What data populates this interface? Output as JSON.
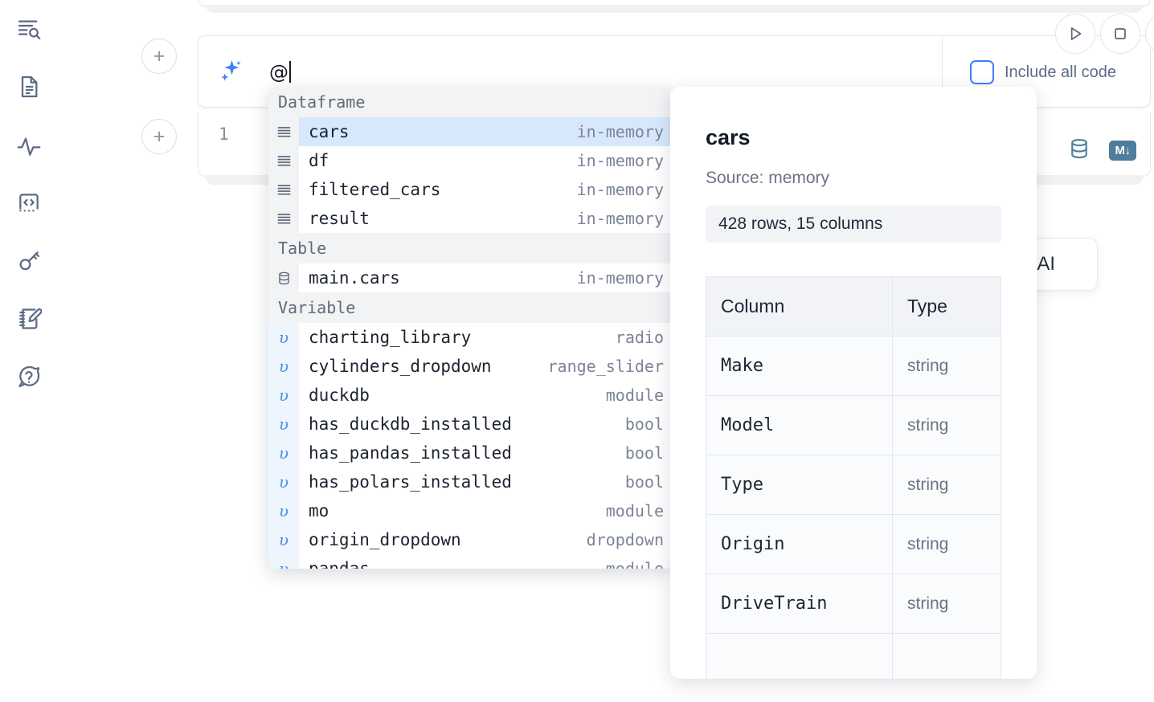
{
  "rail": {
    "items": [
      {
        "name": "explore-search-icon",
        "label": "Explore"
      },
      {
        "name": "document-icon",
        "label": "Notebook file"
      },
      {
        "name": "activity-icon",
        "label": "Activity"
      },
      {
        "name": "code-snippet-icon",
        "label": "Snippets"
      },
      {
        "name": "key-icon",
        "label": "Secrets"
      },
      {
        "name": "scratchpad-edit-icon",
        "label": "Scratchpad"
      },
      {
        "name": "help-chat-icon",
        "label": "Help"
      }
    ]
  },
  "cells": {
    "add_label": "+",
    "ai_prompt": {
      "value": "@",
      "placeholder": "",
      "include_all_code_label": "Include all code",
      "include_all_code_checked": false
    },
    "code": {
      "line_number": "1"
    },
    "toolbar": {
      "database_icon": "database-icon",
      "markdown_icon": "M↓"
    }
  },
  "top_actions": {
    "run_label": "Run",
    "stop_label": "Interrupt"
  },
  "ai_card": {
    "text": "h AI"
  },
  "dropdown": {
    "groups": [
      {
        "title": "Dataframe",
        "icon": "dataframe-icon",
        "items": [
          {
            "name": "cars",
            "type": "in-memory",
            "selected": true
          },
          {
            "name": "df",
            "type": "in-memory",
            "selected": false
          },
          {
            "name": "filtered_cars",
            "type": "in-memory",
            "selected": false
          },
          {
            "name": "result",
            "type": "in-memory",
            "selected": false
          }
        ]
      },
      {
        "title": "Table",
        "icon": "table-database-icon",
        "items": [
          {
            "name": "main.cars",
            "type": "in-memory",
            "selected": false
          }
        ]
      },
      {
        "title": "Variable",
        "icon": "variable-icon",
        "items": [
          {
            "name": "charting_library",
            "type": "radio",
            "selected": false
          },
          {
            "name": "cylinders_dropdown",
            "type": "range_slider",
            "selected": false
          },
          {
            "name": "duckdb",
            "type": "module",
            "selected": false
          },
          {
            "name": "has_duckdb_installed",
            "type": "bool",
            "selected": false
          },
          {
            "name": "has_pandas_installed",
            "type": "bool",
            "selected": false
          },
          {
            "name": "has_polars_installed",
            "type": "bool",
            "selected": false
          },
          {
            "name": "mo",
            "type": "module",
            "selected": false
          },
          {
            "name": "origin_dropdown",
            "type": "dropdown",
            "selected": false
          },
          {
            "name": "pandas",
            "type": "module",
            "selected": false
          }
        ]
      }
    ]
  },
  "preview": {
    "title": "cars",
    "source": "Source: memory",
    "stats": "428 rows, 15 columns",
    "table": {
      "headers": [
        "Column",
        "Type"
      ],
      "rows": [
        [
          "Make",
          "string"
        ],
        [
          "Model",
          "string"
        ],
        [
          "Type",
          "string"
        ],
        [
          "Origin",
          "string"
        ],
        [
          "DriveTrain",
          "string"
        ]
      ]
    }
  }
}
